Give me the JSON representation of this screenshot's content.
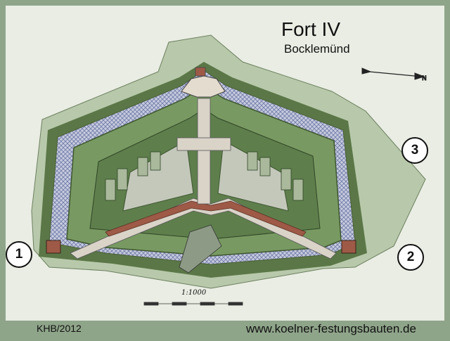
{
  "map": {
    "title": "Fort IV",
    "subtitle": "Bocklemünd",
    "credit": "KHB/2012",
    "website": "www.koelner-festungsbauten.de",
    "scale_label": "1:1000",
    "markers": [
      "1",
      "2",
      "3"
    ],
    "colors": {
      "background": "#8fa58a",
      "paper": "#e9ede3",
      "glacis": "#b8c9ab",
      "ditch_wall": "#5b7747",
      "moat_hatch": "#7d86a8",
      "rampart": "#789a62",
      "interior": "#c4c8bb",
      "walkway": "#d9d3c8",
      "building": "#9e5a47"
    }
  }
}
